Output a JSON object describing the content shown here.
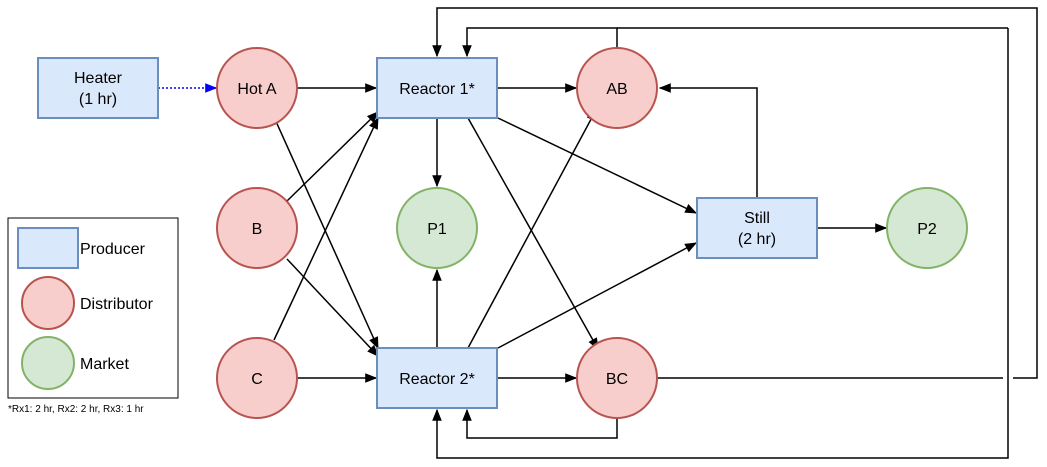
{
  "nodes": {
    "heater": {
      "line1": "Heater",
      "line2": "(1 hr)"
    },
    "hot_a": "Hot A",
    "b": "B",
    "c": "C",
    "reactor1": "Reactor 1*",
    "reactor2": "Reactor 2*",
    "p1": "P1",
    "ab": "AB",
    "bc": "BC",
    "still": {
      "line1": "Still",
      "line2": "(2 hr)"
    },
    "p2": "P2"
  },
  "legend": {
    "producer": "Producer",
    "distributor": "Distributor",
    "market": "Market"
  },
  "footnote": "*Rx1: 2 hr, Rx2: 2 hr, Rx3: 1 hr",
  "colors": {
    "producer_fill": "#dae8fc",
    "producer_stroke": "#6c8ebf",
    "distributor_fill": "#f8cecc",
    "distributor_stroke": "#b85450",
    "market_fill": "#d5e8d4",
    "market_stroke": "#82b366",
    "heater_link": "#0000ff",
    "edge": "#000000"
  }
}
